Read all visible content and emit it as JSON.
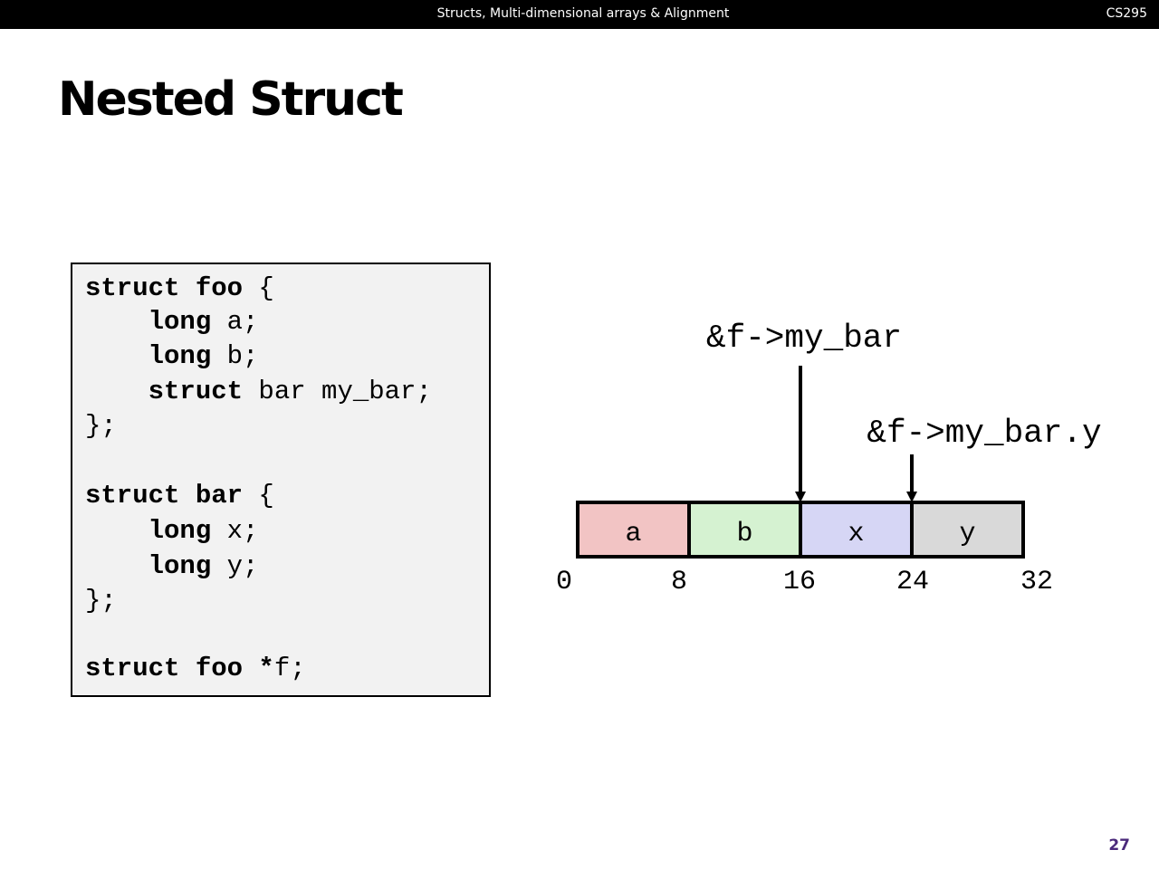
{
  "header": {
    "title": "Structs, Multi-dimensional arrays & Alignment",
    "course": "CS295"
  },
  "slide": {
    "title": "Nested Struct",
    "page_number": "27"
  },
  "code": {
    "lines": [
      {
        "kw": "struct foo",
        "rest": " {"
      },
      {
        "kw": "    long",
        "rest": " a;"
      },
      {
        "kw": "    long",
        "rest": " b;"
      },
      {
        "kw": "    struct",
        "rest": " bar my_bar;"
      },
      {
        "kw": "",
        "rest": "};"
      },
      {
        "kw": "",
        "rest": ""
      },
      {
        "kw": "struct bar",
        "rest": " {"
      },
      {
        "kw": "    long",
        "rest": " x;"
      },
      {
        "kw": "    long",
        "rest": " y;"
      },
      {
        "kw": "",
        "rest": "};"
      },
      {
        "kw": "",
        "rest": ""
      },
      {
        "kw": "struct foo *",
        "rest": "f;"
      }
    ]
  },
  "memory_layout": {
    "fields": [
      {
        "name": "a",
        "start": 0,
        "end": 8,
        "color": "#f2c4c4"
      },
      {
        "name": "b",
        "start": 8,
        "end": 16,
        "color": "#d5f2d1"
      },
      {
        "name": "x",
        "start": 16,
        "end": 24,
        "color": "#d6d6f5"
      },
      {
        "name": "y",
        "start": 24,
        "end": 32,
        "color": "#d9d9d9"
      }
    ],
    "offsets": [
      "0",
      "8",
      "16",
      "24",
      "32"
    ],
    "pointers": [
      {
        "label": "&f->my_bar",
        "offset": 16
      },
      {
        "label": "&f->my_bar.y",
        "offset": 24
      }
    ]
  }
}
